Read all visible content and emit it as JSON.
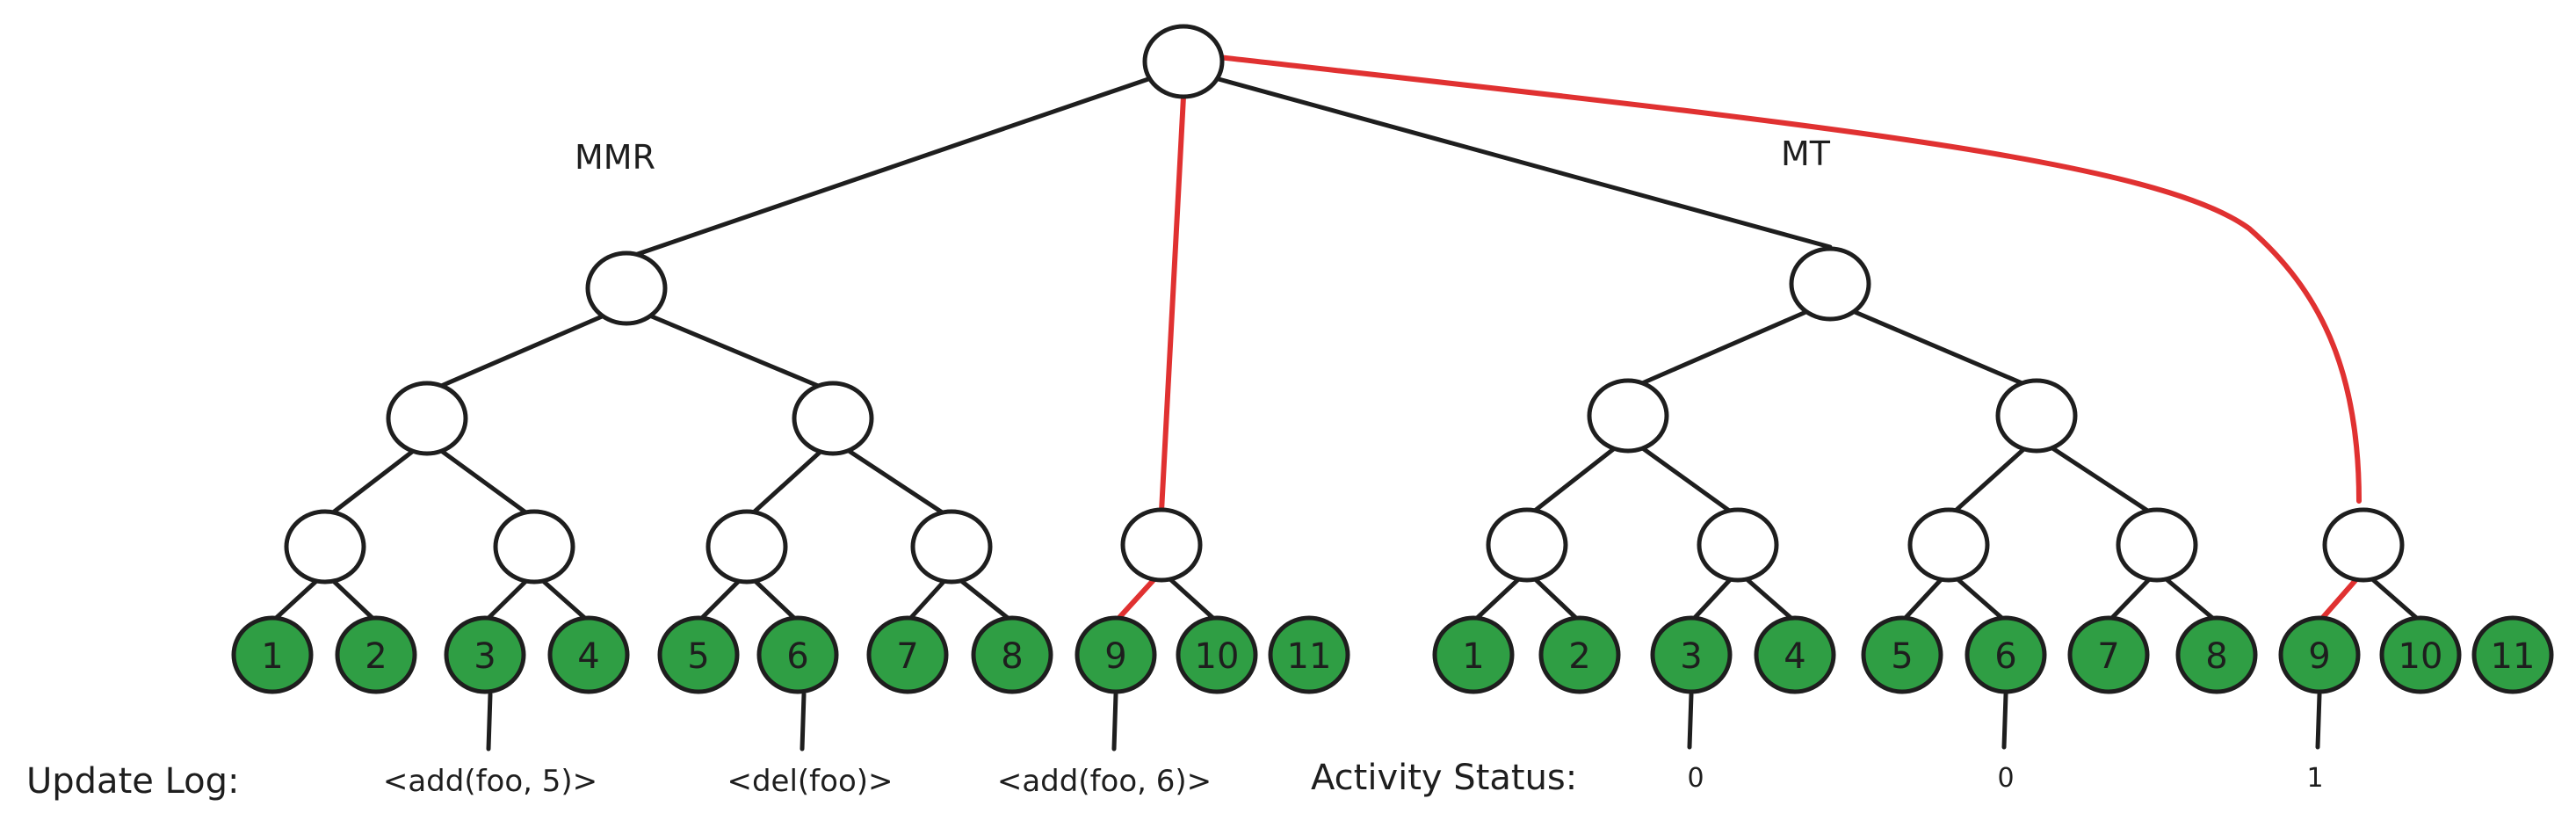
{
  "colors": {
    "leaf_fill": "#2f9e44",
    "stroke": "#1e1e1e",
    "highlight": "#e03131"
  },
  "headings": {
    "mmr": "MMR",
    "mt": "MT"
  },
  "mmr": {
    "leaves": [
      "1",
      "2",
      "3",
      "4",
      "5",
      "6",
      "7",
      "8",
      "9",
      "10",
      "11"
    ]
  },
  "mt": {
    "leaves": [
      "1",
      "2",
      "3",
      "4",
      "5",
      "6",
      "7",
      "8",
      "9",
      "10",
      "11"
    ]
  },
  "update_log": {
    "label": "Update Log:",
    "entries": [
      "<add(foo, 5)>",
      "<del(foo)>",
      "<add(foo, 6)>"
    ]
  },
  "activity_status": {
    "label": "Activity Status:",
    "values": [
      "0",
      "0",
      "1"
    ]
  }
}
